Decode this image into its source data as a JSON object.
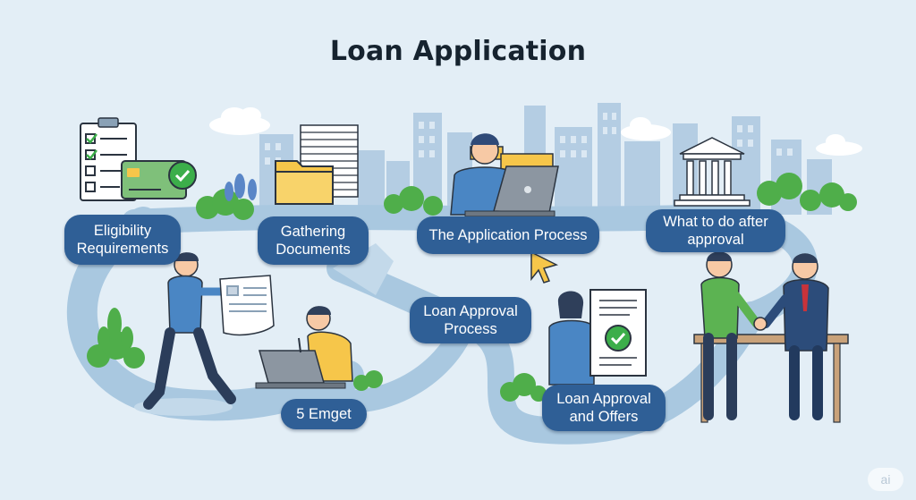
{
  "title": "Loan Application",
  "steps": {
    "eligibility": {
      "line1": "Eligibility",
      "line2": "Requirements"
    },
    "documents": {
      "line1": "Gathering",
      "line2": "Documents"
    },
    "application": {
      "line1": "The Application Process"
    },
    "after": {
      "line1": "What to do after",
      "line2": "approval"
    },
    "approval_process": {
      "line1": "Loan Approval",
      "line2": "Process"
    },
    "approval_offers": {
      "line1": "Loan Approval",
      "line2": "and Offers"
    },
    "emget": {
      "line1": "5 Emget"
    }
  },
  "badge": "ai",
  "colors": {
    "background": "#e3eef6",
    "path": "#a9c8e0",
    "pill": "#2f5f96",
    "buildings": "#b4cde3",
    "foliage": "#4fae4a",
    "accent_yellow": "#f6c64a",
    "check_green": "#3cae4a"
  },
  "icons": [
    "checklist-icon",
    "credit-card-icon",
    "document-stack-icon",
    "folder-icon",
    "laptop-icon",
    "cursor-icon",
    "bank-building-icon",
    "handshake-icon",
    "approved-document-icon"
  ]
}
